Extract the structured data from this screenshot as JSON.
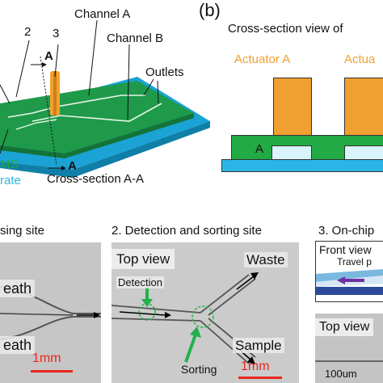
{
  "panel_a": {
    "labels": {
      "num2": "2",
      "num3": "3",
      "channel_a": "Channel A",
      "channel_b": "Channel B",
      "outlets": "Outlets",
      "section_a_top": "A",
      "section_a_bottom": "A",
      "cross_section": "Cross-section A-A",
      "pdms": "MS",
      "substrate": "rate"
    }
  },
  "panel_b": {
    "letter": "(b)",
    "title": "Cross-section view of",
    "actuator_a": "Actuator A",
    "actuator_b_partial": "Actua",
    "channel_letter": "A"
  },
  "panel_1": {
    "title": "sing site",
    "sheath_top": "eath",
    "sheath_bottom": "eath",
    "scale": "1mm"
  },
  "panel_2": {
    "title": "2. Detection and sorting site",
    "top_view": "Top view",
    "detection": "Detection",
    "waste": "Waste",
    "sample": "Sample",
    "sorting": "Sorting",
    "scale": "1mm"
  },
  "panel_3": {
    "title": "3. On-chip",
    "front_view": "Front view",
    "travel": "Travel p",
    "top_view": "Top view",
    "scale": "100um"
  },
  "colors": {
    "actuator": "#f0a030",
    "chip_green": "#22aa44",
    "substrate_blue": "#29b6e6",
    "scale_red": "#e8261b",
    "arrow_green": "#22b14c",
    "arrow_purple": "#7030a0"
  }
}
